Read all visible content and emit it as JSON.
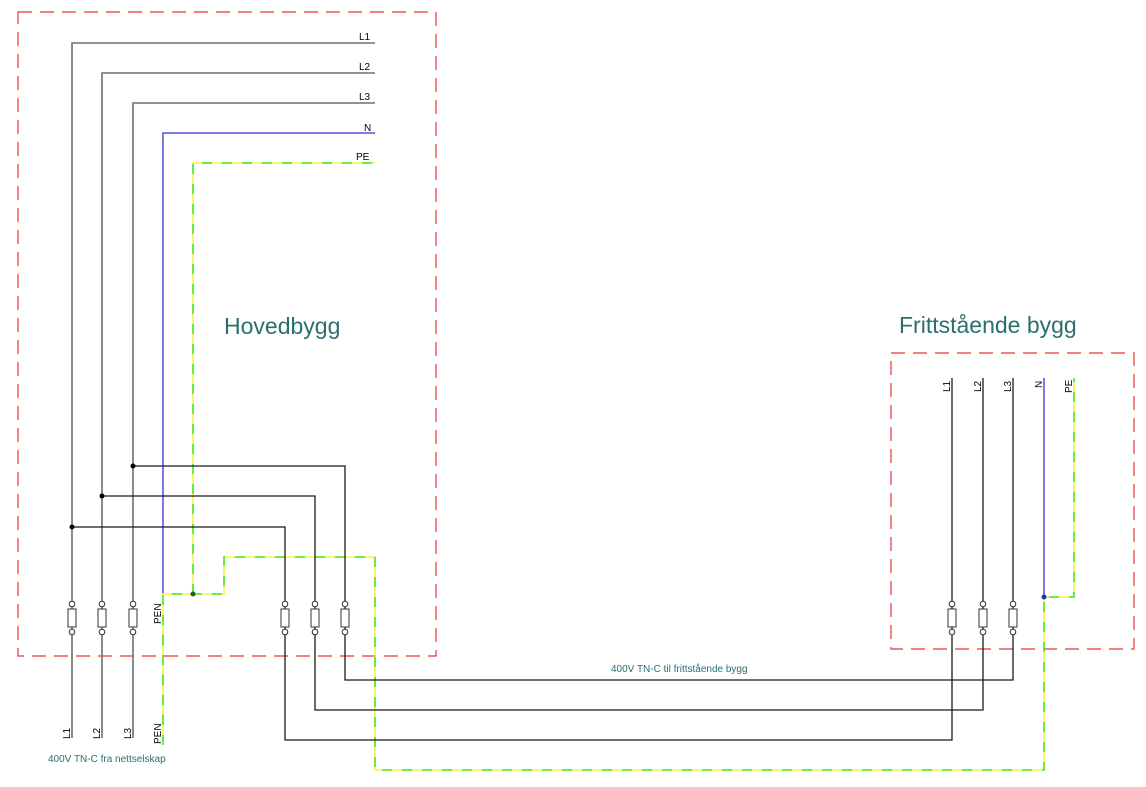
{
  "diagram": {
    "buildings": {
      "main": {
        "title": "Hovedbygg"
      },
      "detached": {
        "title": "Frittstående bygg"
      }
    },
    "main_busbar_labels": [
      "L1",
      "L2",
      "L3",
      "N",
      "PE"
    ],
    "main_fuse_group_label": "PEN",
    "detached_terminal_labels": [
      "L1",
      "L2",
      "L3",
      "N",
      "PE"
    ],
    "supply_labels": [
      "L1",
      "L2",
      "L3",
      "PEN"
    ],
    "captions": {
      "supply": "400V TN-C fra nettselskap",
      "feeder": "400V TN-C til frittstående bygg"
    },
    "colors": {
      "phase": "#1a1a1a",
      "neutral": "#3333dd",
      "pe_green": "#3ee83e",
      "pe_yellow": "#f5f53a",
      "boundary": "#ee3333",
      "title": "#2a6f6f"
    }
  }
}
